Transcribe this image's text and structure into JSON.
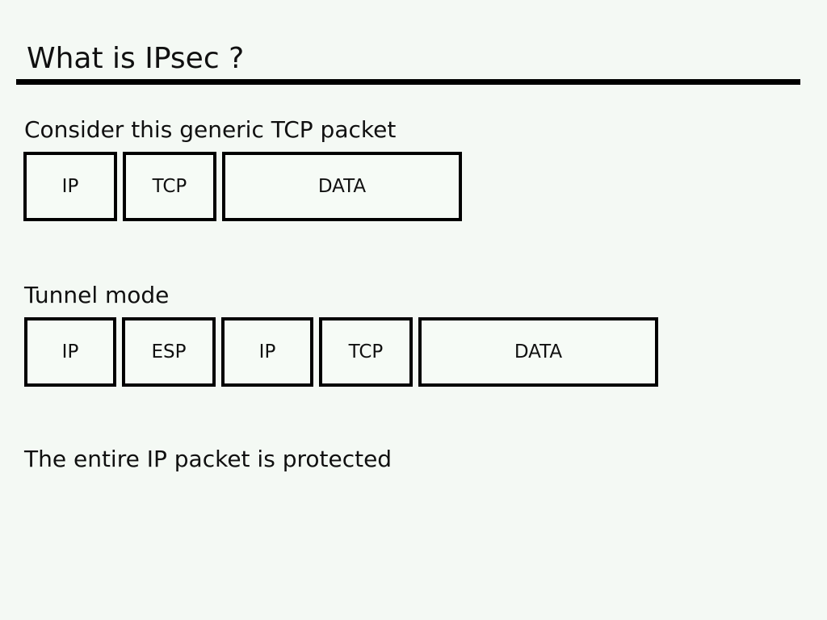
{
  "slide": {
    "title": "What is IPsec ?",
    "sections": [
      {
        "label": "Consider this generic TCP packet",
        "packet": [
          "IP",
          "TCP",
          "DATA"
        ]
      },
      {
        "label": "Tunnel mode",
        "packet": [
          "IP",
          "ESP",
          "IP",
          "TCP",
          "DATA"
        ]
      },
      {
        "label": "The entire IP packet is protected",
        "packet": []
      }
    ],
    "colors": {
      "background": "#f4f9f4",
      "text": "#101010",
      "rule": "#000000",
      "box_border": "#000000",
      "box_fill": "#f6fbf6"
    }
  }
}
